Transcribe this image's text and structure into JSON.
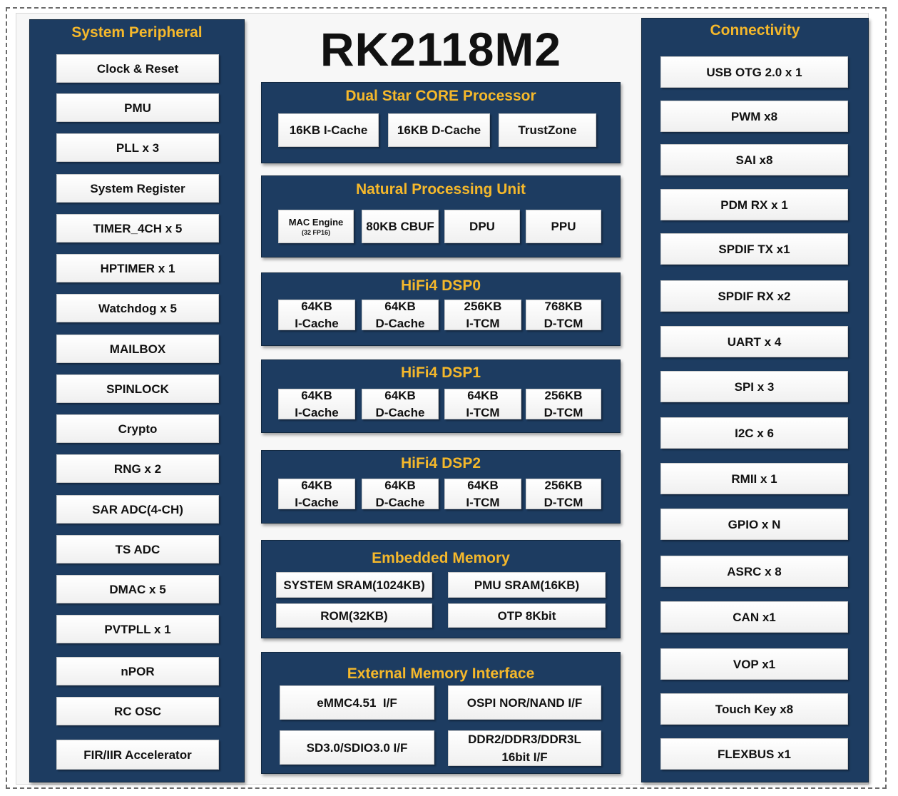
{
  "title": "RK2118M2",
  "system_peripheral": {
    "title": "System Peripheral",
    "items": [
      "Clock & Reset",
      "PMU",
      "PLL x 3",
      "System Register",
      "TIMER_4CH x 5",
      "HPTIMER x 1",
      "Watchdog x 5",
      "MAILBOX",
      "SPINLOCK",
      "Crypto",
      "RNG x 2",
      "SAR ADC(4-CH)",
      "TS ADC",
      "DMAC x 5",
      "PVTPLL x 1",
      "nPOR",
      "RC OSC",
      "FIR/IIR Accelerator"
    ]
  },
  "connectivity": {
    "title": "Connectivity",
    "items": [
      "USB OTG 2.0 x 1",
      "PWM x8",
      "SAI x8",
      "PDM RX x 1",
      "SPDIF TX x1",
      "SPDIF RX x2",
      "UART x 4",
      "SPI x 3",
      "I2C x 6",
      "RMII x 1",
      "GPIO x N",
      "ASRC x 8",
      "CAN x1",
      "VOP x1",
      "Touch Key x8",
      "FLEXBUS x1"
    ]
  },
  "core": {
    "title": "Dual Star CORE Processor",
    "items": [
      "16KB I-Cache",
      "16KB D-Cache",
      "TrustZone"
    ]
  },
  "npu": {
    "title": "Natural Processing Unit",
    "mac_engine": "MAC Engine",
    "mac_engine_sub": "(32 FP16)",
    "items": [
      "80KB CBUF",
      "DPU",
      "PPU"
    ]
  },
  "dsp0": {
    "title": "HiFi4 DSP0",
    "items": [
      {
        "l1": "64KB",
        "l2": "I-Cache"
      },
      {
        "l1": "64KB",
        "l2": "D-Cache"
      },
      {
        "l1": "256KB",
        "l2": "I-TCM"
      },
      {
        "l1": "768KB",
        "l2": "D-TCM"
      }
    ]
  },
  "dsp1": {
    "title": "HiFi4 DSP1",
    "items": [
      {
        "l1": "64KB",
        "l2": "I-Cache"
      },
      {
        "l1": "64KB",
        "l2": "D-Cache"
      },
      {
        "l1": "64KB",
        "l2": "I-TCM"
      },
      {
        "l1": "256KB",
        "l2": "D-TCM"
      }
    ]
  },
  "dsp2": {
    "title": "HiFi4 DSP2",
    "items": [
      {
        "l1": "64KB",
        "l2": "I-Cache"
      },
      {
        "l1": "64KB",
        "l2": "D-Cache"
      },
      {
        "l1": "64KB",
        "l2": "I-TCM"
      },
      {
        "l1": "256KB",
        "l2": "D-TCM"
      }
    ]
  },
  "embedded_memory": {
    "title": "Embedded Memory",
    "items": [
      "SYSTEM SRAM(1024KB)",
      "PMU SRAM(16KB)",
      "ROM(32KB)",
      "OTP 8Kbit"
    ]
  },
  "external_memory": {
    "title": "External Memory Interface",
    "items": [
      "eMMC4.51  I/F",
      "OSPI NOR/NAND I/F",
      "SD3.0/SDIO3.0 I/F"
    ],
    "ddr_l1": "DDR2/DDR3/DDR3L",
    "ddr_l2": "16bit I/F"
  },
  "colors": {
    "panel": "#1d3c61",
    "panel_title": "#f5b82b",
    "box": "#ffffff"
  }
}
